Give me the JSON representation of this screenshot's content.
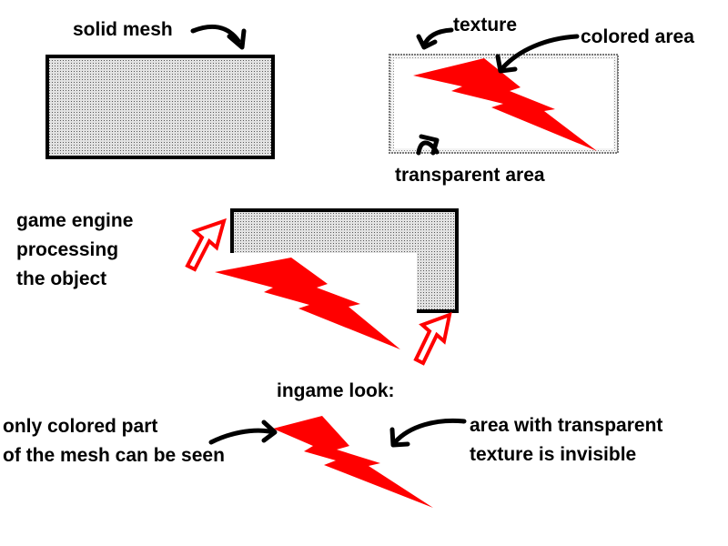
{
  "labels": {
    "solid_mesh": "solid mesh",
    "texture": "texture",
    "colored_area": "colored area",
    "transparent_area": "transparent area",
    "engine_line1": "game engine",
    "engine_line2": "processing",
    "engine_line3": "the object",
    "ingame_look": "ingame look:",
    "colored_part_line1": "only colored part",
    "colored_part_line2": "of the mesh can be seen",
    "invisible_line1": "area with transparent",
    "invisible_line2": "texture is invisible"
  },
  "colors": {
    "bolt": "#ff0000",
    "mesh_fill": "#e2e2e2",
    "mesh_dot": "#555555",
    "outline": "#000000",
    "background": "#ffffff"
  }
}
